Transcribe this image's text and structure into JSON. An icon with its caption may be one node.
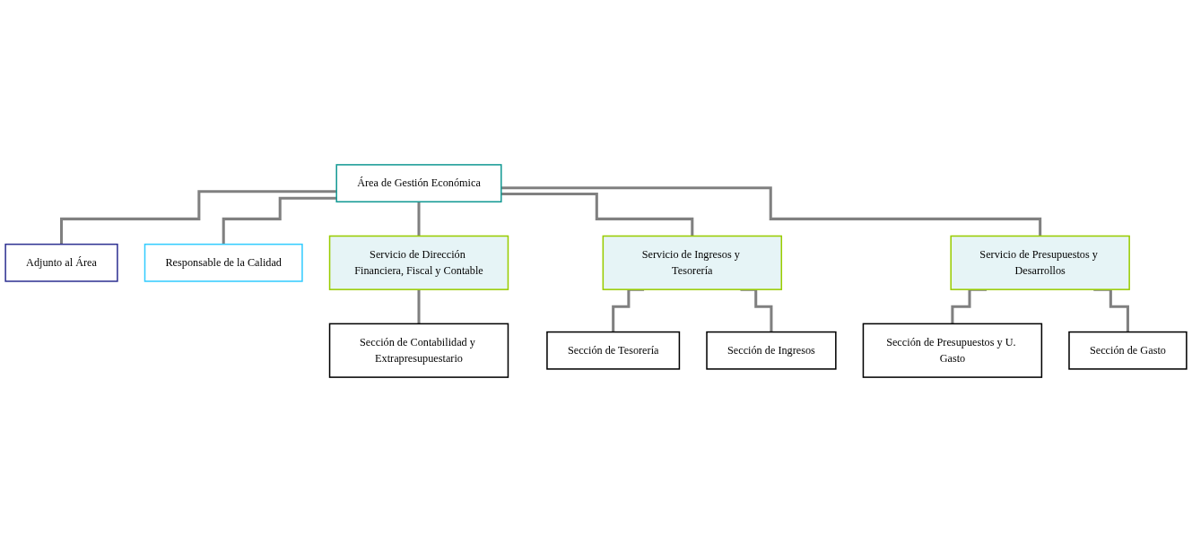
{
  "diagram": {
    "nodes": [
      {
        "text": [
          "Área de Gestión Económica"
        ]
      },
      {
        "text": [
          "Adjunto al Área"
        ]
      },
      {
        "text": [
          "Responsable de la Calidad"
        ]
      },
      {
        "text": [
          "Servicio de Dirección Financiera, Fiscal y Contable"
        ]
      },
      {
        "text": [
          "Servicio de Ingresos y Tesorería"
        ]
      },
      {
        "text": [
          "Servicio de Presupuestos y Desarrollos"
        ]
      },
      {
        "text": [
          "Sección de Contabilidad y Extrapresupuestario"
        ]
      },
      {
        "text": [
          "Sección de Tesorería"
        ]
      },
      {
        "text": [
          "Sección de Ingresos"
        ]
      },
      {
        "text": [
          "Sección de Presupuestos y U. Gasto"
        ]
      },
      {
        "text": [
          "Sección de Gasto"
        ]
      }
    ],
    "edges": [
      {
        "from": 0,
        "to": 1,
        "arrow": "none"
      },
      {
        "from": 0,
        "to": 2,
        "arrow": "none"
      },
      {
        "from": 0,
        "to": 3,
        "arrow": "none"
      },
      {
        "from": 0,
        "to": 4,
        "arrow": "none"
      },
      {
        "from": 0,
        "to": 5,
        "arrow": "none"
      },
      {
        "from": 3,
        "to": 6,
        "arrow": "none"
      },
      {
        "from": 4,
        "to": 7,
        "arrow": "none"
      },
      {
        "from": 4,
        "to": 8,
        "arrow": "none"
      },
      {
        "from": 5,
        "to": 9,
        "arrow": "none"
      },
      {
        "from": 5,
        "to": 10,
        "arrow": "none"
      }
    ]
  }
}
